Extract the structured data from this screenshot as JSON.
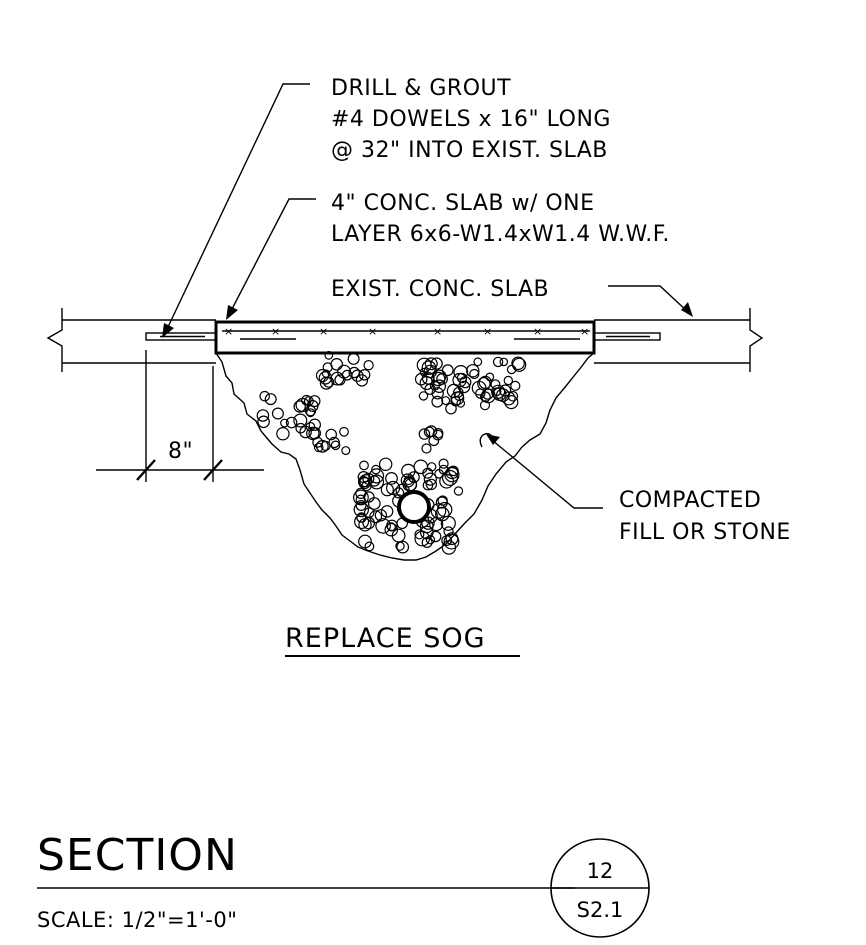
{
  "notes": {
    "dowel_line1": "DRILL & GROUT",
    "dowel_line2": "#4 DOWELS x 16\" LONG",
    "dowel_line3": "@ 32\" INTO EXIST. SLAB",
    "slab_line1": "4\" CONC. SLAB w/ ONE",
    "slab_line2": "LAYER 6x6-W1.4xW1.4 W.W.F.",
    "exist_slab": "EXIST. CONC. SLAB",
    "fill_line1": "COMPACTED",
    "fill_line2": "FILL OR STONE",
    "dimension": "8\""
  },
  "detail_title": "REPLACE SOG",
  "section": {
    "title": "SECTION",
    "scale": "SCALE: 1/2\"=1'-0\"",
    "detail_number": "12",
    "sheet_number": "S2.1"
  },
  "colors": {
    "ink": "#000000",
    "paper": "#ffffff"
  }
}
